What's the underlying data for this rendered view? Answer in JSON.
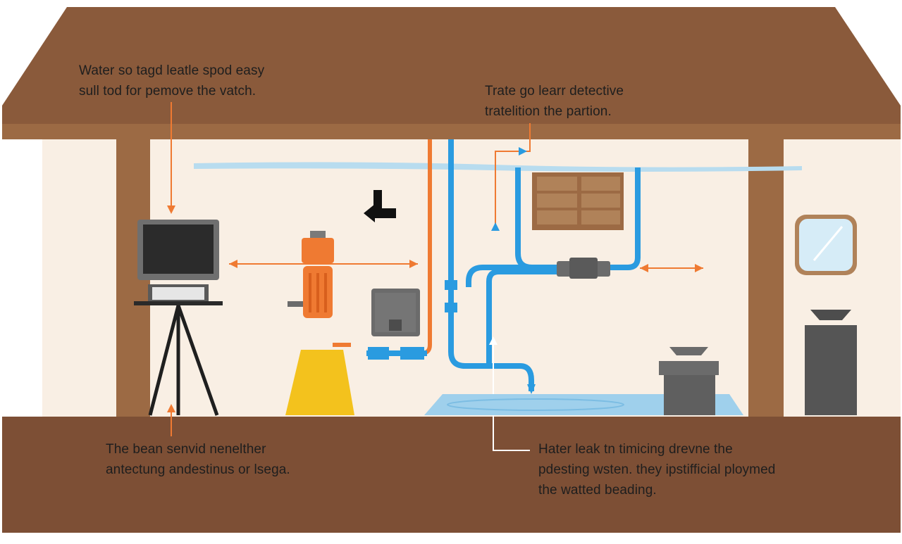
{
  "callouts": {
    "top_left": [
      "Water so tagd leatle spod easy",
      "sull tod for pemove the vatch."
    ],
    "top_right": [
      "Trate go learr detective",
      "tratelition the partion."
    ],
    "bottom_left": [
      "The bean senvid nenelther",
      "antectung andestinus or lsega."
    ],
    "bottom_right": [
      "Hater leak tn timicing drevne the",
      "pdesting wsten. they ipstifficial ploymed",
      "the watted beading."
    ]
  },
  "colors": {
    "roof": "#8a5a3b",
    "roof_trim": "#9c6a44",
    "wall": "#f9efe4",
    "floor": "#7d4f35",
    "hot_pipe": "#ef7a32",
    "cold_pipe": "#2a9be0",
    "water_pool": "#9fd0ec",
    "heater": "#ef7a32",
    "yellow_cone": "#f3c21d",
    "device_gray": "#6b6b6b",
    "leader_line": "#ef7a32"
  },
  "icons": [
    "computer-monitor-icon",
    "water-heater-icon",
    "control-box-icon",
    "leak-sensor-icon",
    "window-icon",
    "mirror-icon",
    "appliance-icon",
    "caution-cone-icon"
  ]
}
